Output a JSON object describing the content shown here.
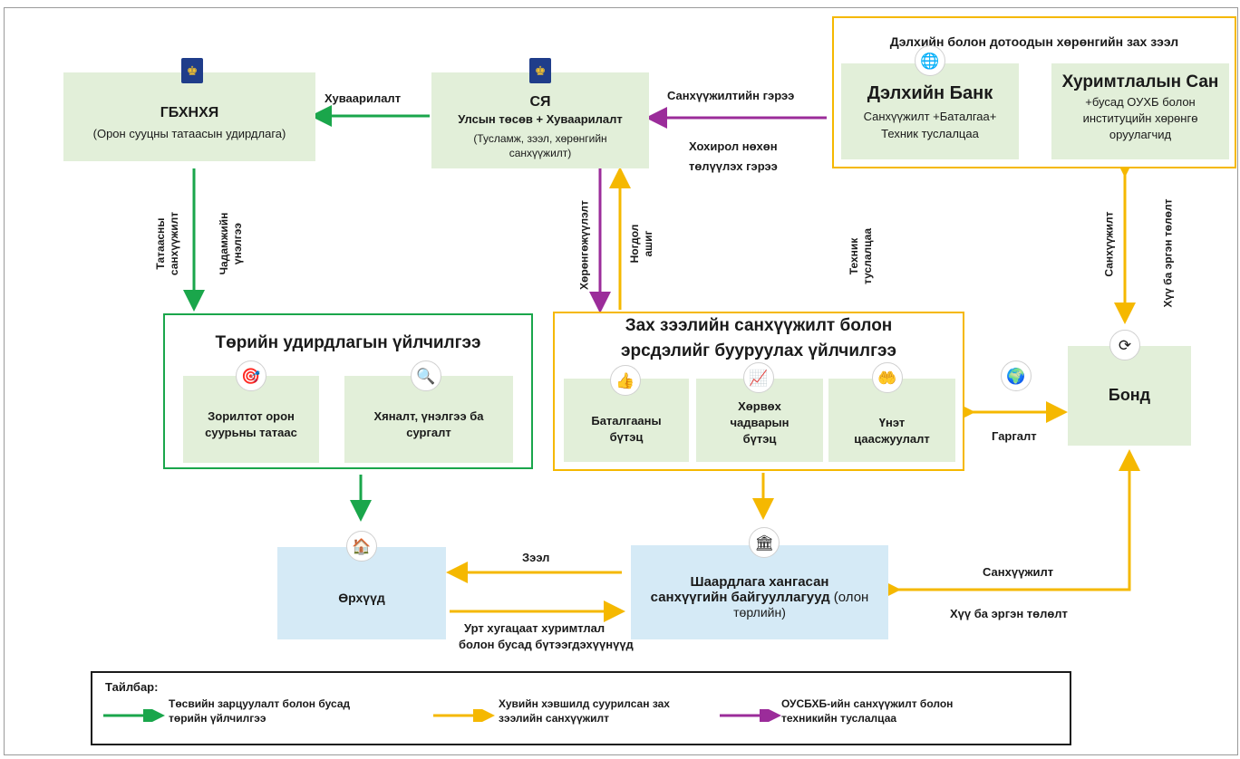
{
  "nodes": {
    "gbkhnya": {
      "title": "ГБХНХЯ",
      "subtitle": "(Орон сууцны татаасын удирдлага)"
    },
    "sya": {
      "title": "СЯ",
      "line2": "Улсын төсөв + Хуваарилалт",
      "line3": "(Тусламж, зээл, хөрөнгийн",
      "line4": "санхүүжилт)"
    },
    "external_group": {
      "title": "Дэлхийн болон дотоодын хөрөнгийн зах зээл"
    },
    "world_bank": {
      "title": "Дэлхийн Банк",
      "line2": "Санхүүжилт +Баталгаа+",
      "line3": "Техник туслалцаа"
    },
    "savings_fund": {
      "title": "Хуримтлалын Сан",
      "line2": "+бусад ОУХБ болон",
      "line3": "институцийн хөрөнгө",
      "line4": "оруулагчид"
    },
    "public_services": {
      "title": "Төрийн удирдлагын үйлчилгээ",
      "item1_a": "Зорилтот орон",
      "item1_b": "суурьны татаас",
      "item2_a": "Хяналт, үнэлгээ ба",
      "item2_b": "сургалт"
    },
    "market_services": {
      "title_a": "Зах зээлийн санхүүжилт болон",
      "title_b": "эрсдэлийг бууруулах үйлчилгээ",
      "item1_a": "Баталгааны",
      "item1_b": "бүтэц",
      "item2_a": "Хөрвөх",
      "item2_b": "чадварын",
      "item2_c": "бүтэц",
      "item3_a": "Үнэт",
      "item3_b": "цаасжуулалт"
    },
    "bond": {
      "title": "Бонд"
    },
    "households": {
      "title": "Өрхүүд"
    },
    "institutions": {
      "line1": "Шаардлага хангасан",
      "line2": "санхүүгийн байгууллагууд",
      "line2_tail": " (олон",
      "line3": "төрлийн)"
    }
  },
  "edges": {
    "distribution": "Хуваарилалт",
    "finance_agreement": "Санхүүжилтийн гэрээ",
    "concessional_a": "Хохирол нөхөн",
    "concessional_b": "төлүүлэх гэрээ",
    "subsidy_a": "Татаасны",
    "subsidy_b": "санхүүжилт",
    "capacity_a": "Чадамжийн",
    "capacity_b": "үнэлгээ",
    "capitalization": "Хөрөнгөжүүлэлт",
    "grant_a": "Ногдол",
    "grant_b": "ашиг",
    "tech_a": "Техник",
    "tech_b": "туслалцаа",
    "funding_v": "Санхүүжилт",
    "repayment_v": "Хүү ба эргэн төлөлт",
    "issuance": "Гаргалт",
    "loan": "Зээл",
    "savings_a": "Урт хугацаат хуримтлал",
    "savings_b": "болон бусад бүтээгдэхүүнүүд",
    "funding_h": "Санхүүжилт",
    "repayment_h": "Хүү ба эргэн төлөлт"
  },
  "legend": {
    "title": "Тайлбар:",
    "green_a": "Төсвийн зарцуулалт болон бусад",
    "green_b": "төрийн үйлчилгээ",
    "yellow_a": "Хувийн хэвшилд суурилсан зах",
    "yellow_b": "зээлийн санхүүжилт",
    "purple_a": "ОУСБХБ-ийн санхүүжилт болон",
    "purple_b": "техникийн туслалцаа"
  },
  "colors": {
    "green": "#1aa64b",
    "yellow": "#f5b800",
    "purple": "#9b2c9a",
    "box_green": "#e2efd9",
    "box_blue": "#d5eaf6"
  },
  "icons": [
    "state-emblem-icon",
    "globe-icon",
    "target-icon",
    "magnifier-icon",
    "thumbs-up-icon",
    "growth-chart-icon",
    "hand-coin-icon",
    "global-finance-icon",
    "bond-cycle-icon",
    "family-home-icon",
    "bank-icon"
  ]
}
